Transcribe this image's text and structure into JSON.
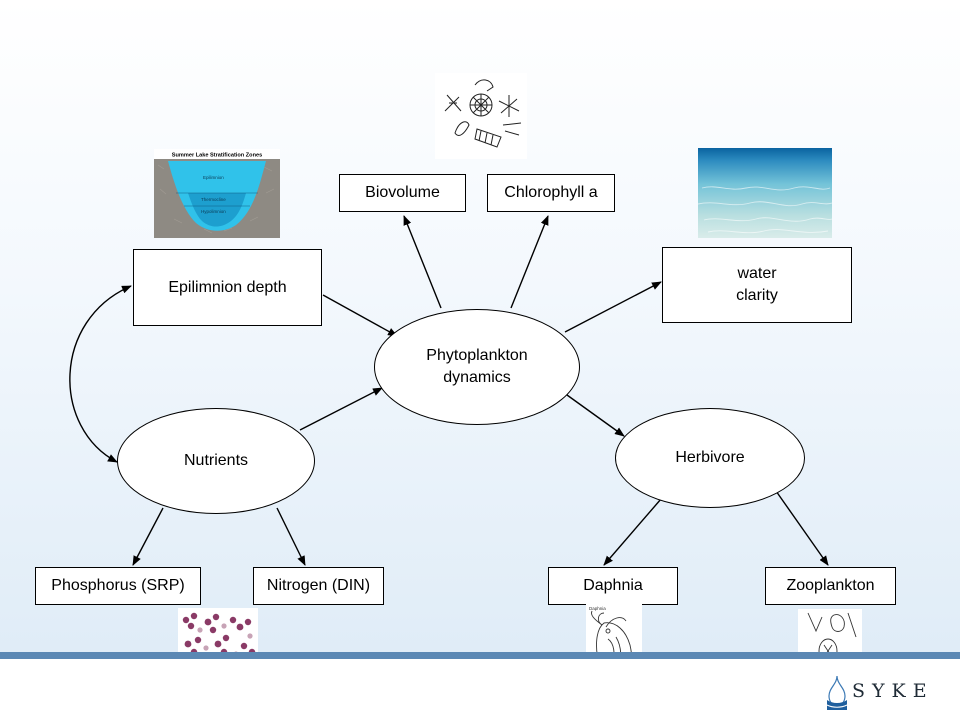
{
  "nodes": {
    "biovolume": "Biovolume",
    "chlorophyll": "Chlorophyll a",
    "epilimnion_depth": "Epilimnion depth",
    "water_clarity": "water\nclarity",
    "phytoplankton": "Phytoplankton\ndynamics",
    "nutrients": "Nutrients",
    "herbivore": "Herbivore",
    "phosphorus": "Phosphorus (SRP)",
    "nitrogen": "Nitrogen (DIN)",
    "daphnia": "Daphnia",
    "zooplankton": "Zooplankton"
  },
  "images": {
    "stratification_title": "Summer Lake Stratification Zones",
    "epilimnion_label": "Epilimnion",
    "thermocline_label": "Thermocline",
    "hypolimnion_label": "Hypolimnion",
    "daphnia_caption": "Daphnia"
  },
  "logo": {
    "text": "SYKE"
  },
  "colors": {
    "band": "#5b88b4",
    "water": "#2ec0e8",
    "molecule": "#8a3a66"
  }
}
